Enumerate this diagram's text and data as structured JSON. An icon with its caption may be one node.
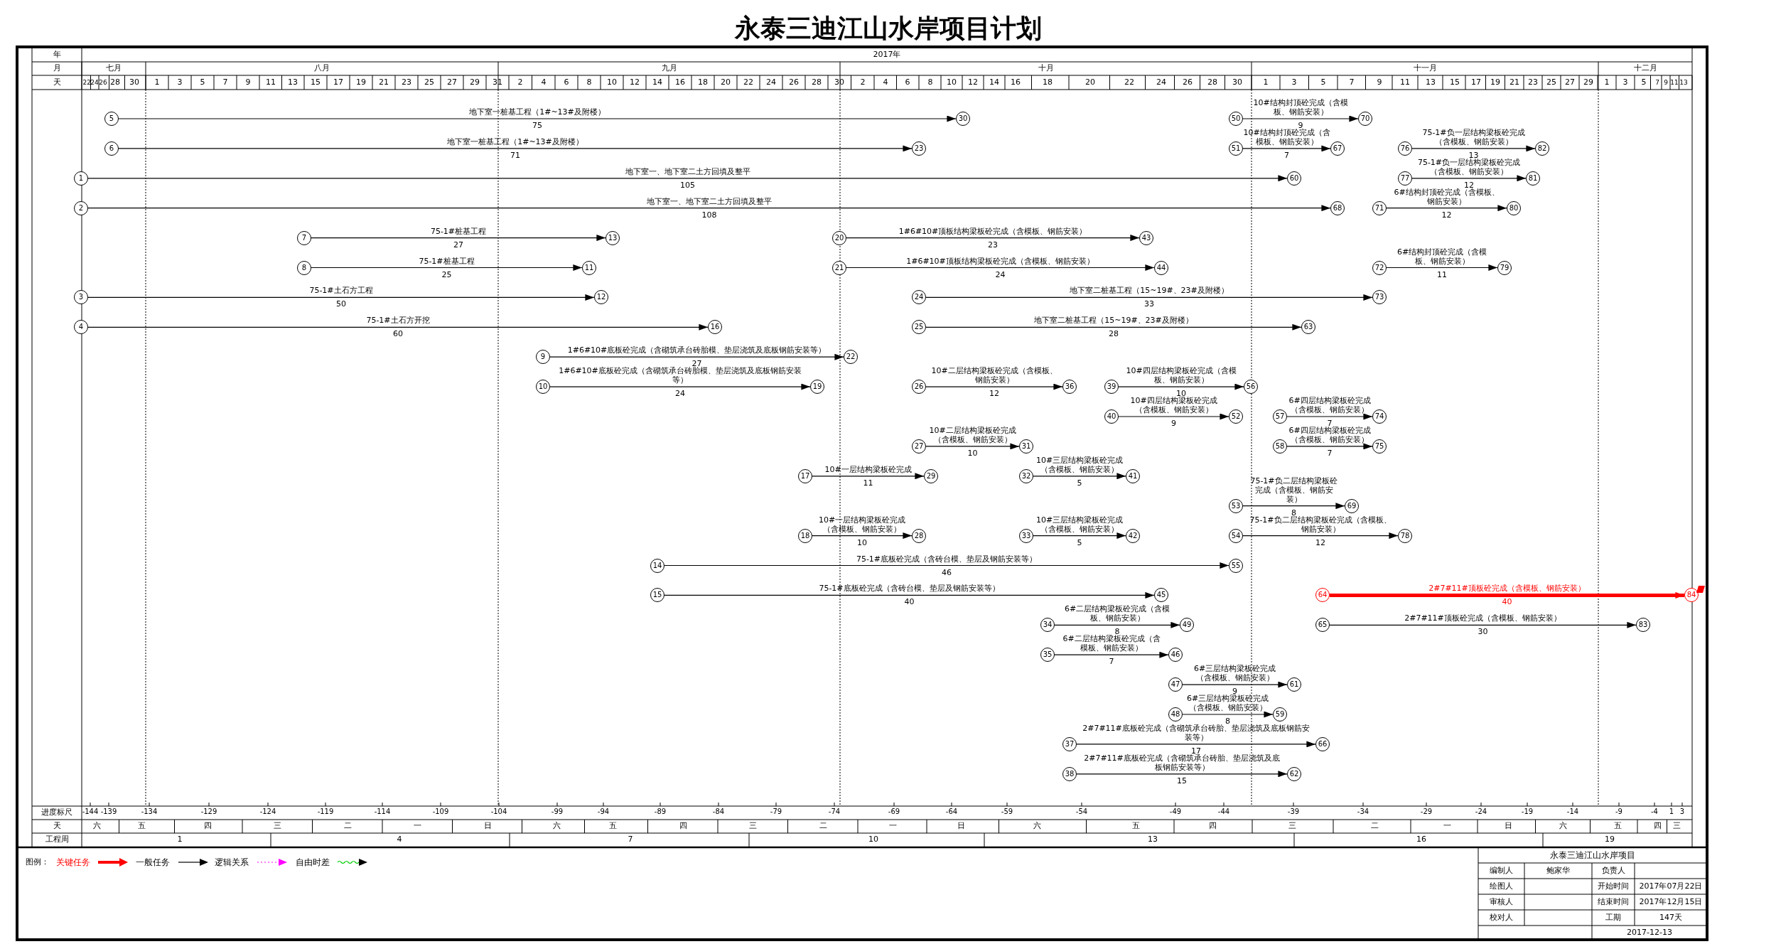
{
  "diagram": {
    "title": "永泰三迪江山水岸项目计划",
    "nodes": [
      {
        "text": [
          "1"
        ]
      },
      {
        "text": [
          "2"
        ]
      },
      {
        "text": [
          "3"
        ]
      },
      {
        "text": [
          "4"
        ]
      },
      {
        "text": [
          "5"
        ]
      },
      {
        "text": [
          "6"
        ]
      },
      {
        "text": [
          "7"
        ]
      },
      {
        "text": [
          "8"
        ]
      },
      {
        "text": [
          "9"
        ]
      },
      {
        "text": [
          "10"
        ]
      },
      {
        "text": [
          "11"
        ]
      },
      {
        "text": [
          "12"
        ]
      },
      {
        "text": [
          "13"
        ]
      },
      {
        "text": [
          "14"
        ]
      },
      {
        "text": [
          "15"
        ]
      },
      {
        "text": [
          "16"
        ]
      },
      {
        "text": [
          "17"
        ]
      },
      {
        "text": [
          "18"
        ]
      },
      {
        "text": [
          "19"
        ]
      },
      {
        "text": [
          "20"
        ]
      },
      {
        "text": [
          "21"
        ]
      },
      {
        "text": [
          "22"
        ]
      },
      {
        "text": [
          "23"
        ]
      },
      {
        "text": [
          "24"
        ]
      },
      {
        "text": [
          "25"
        ]
      },
      {
        "text": [
          "26"
        ]
      },
      {
        "text": [
          "27"
        ]
      },
      {
        "text": [
          "28"
        ]
      },
      {
        "text": [
          "29"
        ]
      },
      {
        "text": [
          "30"
        ]
      },
      {
        "text": [
          "31"
        ]
      },
      {
        "text": [
          "32"
        ]
      },
      {
        "text": [
          "33"
        ]
      },
      {
        "text": [
          "34"
        ]
      },
      {
        "text": [
          "35"
        ]
      },
      {
        "text": [
          "36"
        ]
      },
      {
        "text": [
          "37"
        ]
      },
      {
        "text": [
          "38"
        ]
      },
      {
        "text": [
          "39"
        ]
      },
      {
        "text": [
          "40"
        ]
      },
      {
        "text": [
          "41"
        ]
      },
      {
        "text": [
          "42"
        ]
      },
      {
        "text": [
          "43"
        ]
      },
      {
        "text": [
          "44"
        ]
      },
      {
        "text": [
          "45"
        ]
      },
      {
        "text": [
          "46"
        ]
      },
      {
        "text": [
          "47"
        ]
      },
      {
        "text": [
          "48"
        ]
      },
      {
        "text": [
          "49"
        ]
      },
      {
        "text": [
          "50"
        ]
      },
      {
        "text": [
          "51"
        ]
      },
      {
        "text": [
          "52"
        ]
      },
      {
        "text": [
          "53"
        ]
      },
      {
        "text": [
          "54"
        ]
      },
      {
        "text": [
          "55"
        ]
      },
      {
        "text": [
          "56"
        ]
      },
      {
        "text": [
          "57"
        ]
      },
      {
        "text": [
          "58"
        ]
      },
      {
        "text": [
          "59"
        ]
      },
      {
        "text": [
          "60"
        ]
      },
      {
        "text": [
          "61"
        ]
      },
      {
        "text": [
          "62"
        ]
      },
      {
        "text": [
          "63"
        ]
      },
      {
        "text": [
          "64"
        ]
      },
      {
        "text": [
          "65"
        ]
      },
      {
        "text": [
          "66"
        ]
      },
      {
        "text": [
          "67"
        ]
      },
      {
        "text": [
          "68"
        ]
      },
      {
        "text": [
          "69"
        ]
      },
      {
        "text": [
          "70"
        ]
      },
      {
        "text": [
          "71"
        ]
      },
      {
        "text": [
          "72"
        ]
      },
      {
        "text": [
          "73"
        ]
      },
      {
        "text": [
          "74"
        ]
      },
      {
        "text": [
          "75"
        ]
      },
      {
        "text": [
          "76"
        ]
      },
      {
        "text": [
          "77"
        ]
      },
      {
        "text": [
          "78"
        ]
      },
      {
        "text": [
          "79"
        ]
      },
      {
        "text": [
          "80"
        ]
      },
      {
        "text": [
          "81"
        ]
      },
      {
        "text": [
          "82"
        ]
      },
      {
        "text": [
          "83"
        ]
      },
      {
        "text": [
          "84"
        ]
      }
    ],
    "edges": [
      {
        "from": 4,
        "to": 29,
        "arrow": "to",
        "label": "地下室一桩基工程（1#~13#及附楼）"
      },
      {
        "from": 49,
        "to": 69,
        "arrow": "to",
        "label": "10#结构封顶砼完成（含模板、钢筋安装）"
      },
      {
        "from": 5,
        "to": 22,
        "arrow": "to",
        "label": "地下室一桩基工程（1#~13#及附楼）"
      },
      {
        "from": 50,
        "to": 66,
        "arrow": "to",
        "label": "10#结构封顶砼完成（含模板、钢筋安装）"
      },
      {
        "from": 75,
        "to": 81,
        "arrow": "to",
        "label": "75-1#负一层结构梁板砼完成（含模板、钢筋安装）"
      },
      {
        "from": 0,
        "to": 59,
        "arrow": "to",
        "label": "地下室一、地下室二土方回填及整平"
      },
      {
        "from": 76,
        "to": 80,
        "arrow": "to",
        "label": "75-1#负一层结构梁板砼完成（含模板、钢筋安装）"
      },
      {
        "from": 1,
        "to": 67,
        "arrow": "to",
        "label": "地下室一、地下室二土方回填及整平"
      },
      {
        "from": 70,
        "to": 79,
        "arrow": "to",
        "label": "6#结构封顶砼完成（含模板、钢筋安装）"
      },
      {
        "from": 6,
        "to": 12,
        "arrow": "to",
        "label": "75-1#桩基工程"
      },
      {
        "from": 19,
        "to": 42,
        "arrow": "to",
        "label": "1#6#10#顶板结构梁板砼完成（含模板、钢筋安装）"
      },
      {
        "from": 7,
        "to": 10,
        "arrow": "to",
        "label": "75-1#桩基工程"
      },
      {
        "from": 20,
        "to": 43,
        "arrow": "to",
        "label": "1#6#10#顶板结构梁板砼完成（含模板、钢筋安装）"
      },
      {
        "from": 71,
        "to": 78,
        "arrow": "to",
        "label": "6#结构封顶砼完成（含模板、钢筋安装）"
      },
      {
        "from": 2,
        "to": 11,
        "arrow": "to",
        "label": "75-1#土石方工程"
      },
      {
        "from": 23,
        "to": 72,
        "arrow": "to",
        "label": "地下室二桩基工程（15~19#、23#及附楼）"
      },
      {
        "from": 3,
        "to": 15,
        "arrow": "to",
        "label": "75-1#土石方开挖"
      },
      {
        "from": 24,
        "to": 62,
        "arrow": "to",
        "label": "地下室二桩基工程（15~19#、23#及附楼）"
      },
      {
        "from": 8,
        "to": 21,
        "arrow": "to",
        "label": "1#6#10#底板砼完成（含砌筑承台砖胎模、垫层浇筑及底板钢筋安装等）"
      },
      {
        "from": 9,
        "to": 18,
        "arrow": "to",
        "label": "1#6#10#底板砼完成（含砌筑承台砖胎模、垫层浇筑及底板钢筋安装等）"
      },
      {
        "from": 25,
        "to": 35,
        "arrow": "to",
        "label": "10#二层结构梁板砼完成（含模板、钢筋安装）"
      },
      {
        "from": 38,
        "to": 55,
        "arrow": "to",
        "label": "10#四层结构梁板砼完成（含模板、钢筋安装）"
      },
      {
        "from": 39,
        "to": 51,
        "arrow": "to",
        "label": "10#四层结构梁板砼完成（含模板、钢筋安装）"
      },
      {
        "from": 56,
        "to": 73,
        "arrow": "to",
        "label": "6#四层结构梁板砼完成（含模板、钢筋安装）"
      },
      {
        "from": 26,
        "to": 30,
        "arrow": "to",
        "label": "10#二层结构梁板砼完成（含模板、钢筋安装）"
      },
      {
        "from": 57,
        "to": 74,
        "arrow": "to",
        "label": "6#四层结构梁板砼完成（含模板、钢筋安装）"
      },
      {
        "from": 16,
        "to": 28,
        "arrow": "to",
        "label": "10#一层结构梁板砼完成"
      },
      {
        "from": 31,
        "to": 40,
        "arrow": "to",
        "label": "10#三层结构梁板砼完成（含模板、钢筋安装）"
      },
      {
        "from": 52,
        "to": 68,
        "arrow": "to",
        "label": "75-1#负二层结构梁板砼完成（含模板、钢筋安装）"
      },
      {
        "from": 17,
        "to": 27,
        "arrow": "to",
        "label": "10#一层结构梁板砼完成（含模板、钢筋安装）"
      },
      {
        "from": 32,
        "to": 41,
        "arrow": "to",
        "label": "10#三层结构梁板砼完成（含模板、钢筋安装）"
      },
      {
        "from": 53,
        "to": 77,
        "arrow": "to",
        "label": "75-1#负二层结构梁板砼完成（含模板、钢筋安装）"
      },
      {
        "from": 13,
        "to": 54,
        "arrow": "to",
        "label": "75-1#底板砼完成（含砖台模、垫层及钢筋安装等）"
      },
      {
        "from": 14,
        "to": 44,
        "arrow": "to",
        "label": "75-1#底板砼完成（含砖台模、垫层及钢筋安装等）"
      },
      {
        "from": 63,
        "to": 83,
        "arrow": "to",
        "label": "2#7#11#顶板砼完成（含模板、钢筋安装）",
        "style": "thick",
        "color": "#ff0000"
      },
      {
        "from": 33,
        "to": 48,
        "arrow": "to",
        "label": "6#二层结构梁板砼完成（含模板、钢筋安装）"
      },
      {
        "from": 64,
        "to": 82,
        "arrow": "to",
        "label": "2#7#11#顶板砼完成（含模板、钢筋安装）"
      },
      {
        "from": 34,
        "to": 45,
        "arrow": "to",
        "label": "6#二层结构梁板砼完成（含模板、钢筋安装）"
      },
      {
        "from": 46,
        "to": 60,
        "arrow": "to",
        "label": "6#三层结构梁板砼完成（含模板、钢筋安装）"
      },
      {
        "from": 47,
        "to": 58,
        "arrow": "to",
        "label": "6#三层结构梁板砼完成（含模板、钢筋安装）"
      },
      {
        "from": 36,
        "to": 65,
        "arrow": "to",
        "label": "2#7#11#底板砼完成（含砌筑承台砖胎、垫层浇筑及底板钢筋安装等）"
      },
      {
        "from": 37,
        "to": 61,
        "arrow": "to",
        "label": "2#7#11#底板砼完成（含砌筑承台砖胎、垫层浇筑及底板钢筋安装等）"
      }
    ],
    "labels": [
      "年",
      "2017年",
      "月",
      "七月",
      "八月",
      "九月",
      "十月",
      "十一月",
      "十二月",
      "天",
      "22",
      "24",
      "26",
      "28",
      "30",
      "1",
      "3",
      "5",
      "7",
      "9",
      "11",
      "13",
      "15",
      "17",
      "19",
      "21",
      "23",
      "25",
      "27",
      "29",
      "31",
      "2",
      "4",
      "6",
      "8",
      "10",
      "12",
      "14",
      "16",
      "18",
      "20",
      "22",
      "24",
      "26",
      "28",
      "30",
      "2",
      "4",
      "6",
      "8",
      "10",
      "12",
      "14",
      "16",
      "18",
      "20",
      "22",
      "24",
      "26",
      "28",
      "30",
      "1",
      "3",
      "5",
      "7",
      "9",
      "11",
      "13",
      "15",
      "17",
      "19",
      "21",
      "23",
      "25",
      "27",
      "29",
      "1",
      "3",
      "5",
      "7",
      "9",
      "11",
      "13",
      "75",
      "9",
      "71",
      "7",
      "13",
      "105",
      "12",
      "108",
      "12",
      "27",
      "23",
      "25",
      "24",
      "11",
      "50",
      "33",
      "60",
      "28",
      "27",
      "24",
      "12",
      "10",
      "9",
      "7",
      "10",
      "7",
      "11",
      "5",
      "8",
      "10",
      "5",
      "12",
      "46",
      "40",
      "40",
      "8",
      "30",
      "7",
      "9",
      "8",
      "17",
      "15",
      "进度标尺",
      "-144",
      "-139",
      "-134",
      "-129",
      "-124",
      "-119",
      "-114",
      "-109",
      "-104",
      "-99",
      "-94",
      "-89",
      "-84",
      "-79",
      "-74",
      "-69",
      "-64",
      "-59",
      "-54",
      "-49",
      "-44",
      "-39",
      "-34",
      "-29",
      "-24",
      "-19",
      "-14",
      "-9",
      "-4",
      "1",
      "3",
      "天",
      "六",
      "五",
      "四",
      "三",
      "二",
      "一",
      "日",
      "六",
      "五",
      "四",
      "三",
      "二",
      "一",
      "日",
      "六",
      "五",
      "四",
      "三",
      "二",
      "一",
      "日",
      "六",
      "五",
      "四",
      "三",
      "工程周",
      "1",
      "4",
      "7",
      "10",
      "13",
      "16",
      "19",
      "图例：",
      "永泰三迪江山水岸项目",
      "编制人",
      "鲍家华",
      "负责人",
      "绘图人",
      "开始时间",
      "2017年07月22日",
      "审核人",
      "结束时间",
      "2017年12月15日",
      "校对人",
      "工期",
      "147天",
      "2017-12-13"
    ],
    "legend": [
      {
        "text": "关键任务"
      },
      {
        "text": "一般任务"
      },
      {
        "text": "逻辑关系"
      },
      {
        "text": "自由时差"
      }
    ]
  }
}
